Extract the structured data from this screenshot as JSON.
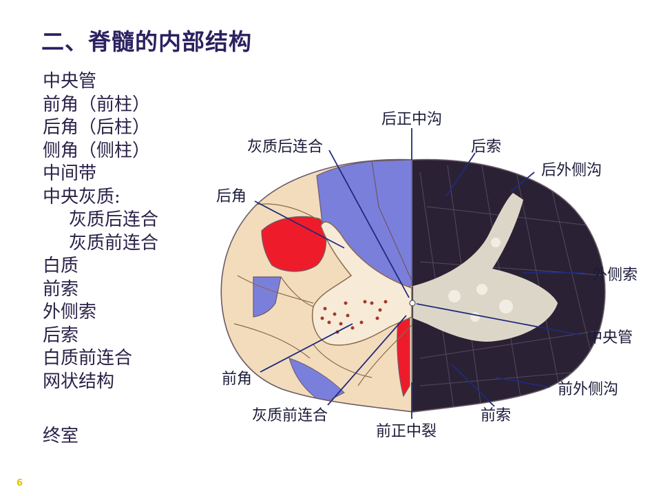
{
  "title": "二、脊髓的内部结构",
  "outline": [
    {
      "text": "中央管",
      "indent": false
    },
    {
      "text": "前角（前柱）",
      "indent": false
    },
    {
      "text": "后角（后柱）",
      "indent": false
    },
    {
      "text": "侧角（侧柱）",
      "indent": false
    },
    {
      "text": "中间带",
      "indent": false
    },
    {
      "text": "中央灰质:",
      "indent": false
    },
    {
      "text": "灰质后连合",
      "indent": true
    },
    {
      "text": "灰质前连合",
      "indent": true
    },
    {
      "text": "白质",
      "indent": false
    },
    {
      "text": "前索",
      "indent": false
    },
    {
      "text": "外侧索",
      "indent": false
    },
    {
      "text": "后索",
      "indent": false
    },
    {
      "text": "白质前连合",
      "indent": false
    },
    {
      "text": "网状结构",
      "indent": false
    },
    {
      "text": "终室",
      "indent": false
    }
  ],
  "page_number": "6",
  "labels": {
    "posterior_median_sulcus": "后正中沟",
    "gray_posterior_commissure": "灰质后连合",
    "posterior_funiculus_right": "后索",
    "posterolateral_sulcus": "后外侧沟",
    "posterior_horn": "后角",
    "lateral_funiculus": "外侧索",
    "central_canal": "中央管",
    "anterior_horn": "前角",
    "anterolateral_sulcus": "前外侧沟",
    "gray_anterior_commissure": "灰质前连合",
    "anterior_median_fissure": "前正中裂",
    "anterior_funiculus": "前索"
  },
  "colors": {
    "title": "#2b2160",
    "text": "#2b2148",
    "tract_blue": "#7b7fdc",
    "tract_red": "#ee1c2b",
    "cord_fill": "#f2dcbc",
    "gray_matter": "#f7ebd8",
    "stained_section": "#2a2234",
    "page_number": "#e3c200"
  }
}
